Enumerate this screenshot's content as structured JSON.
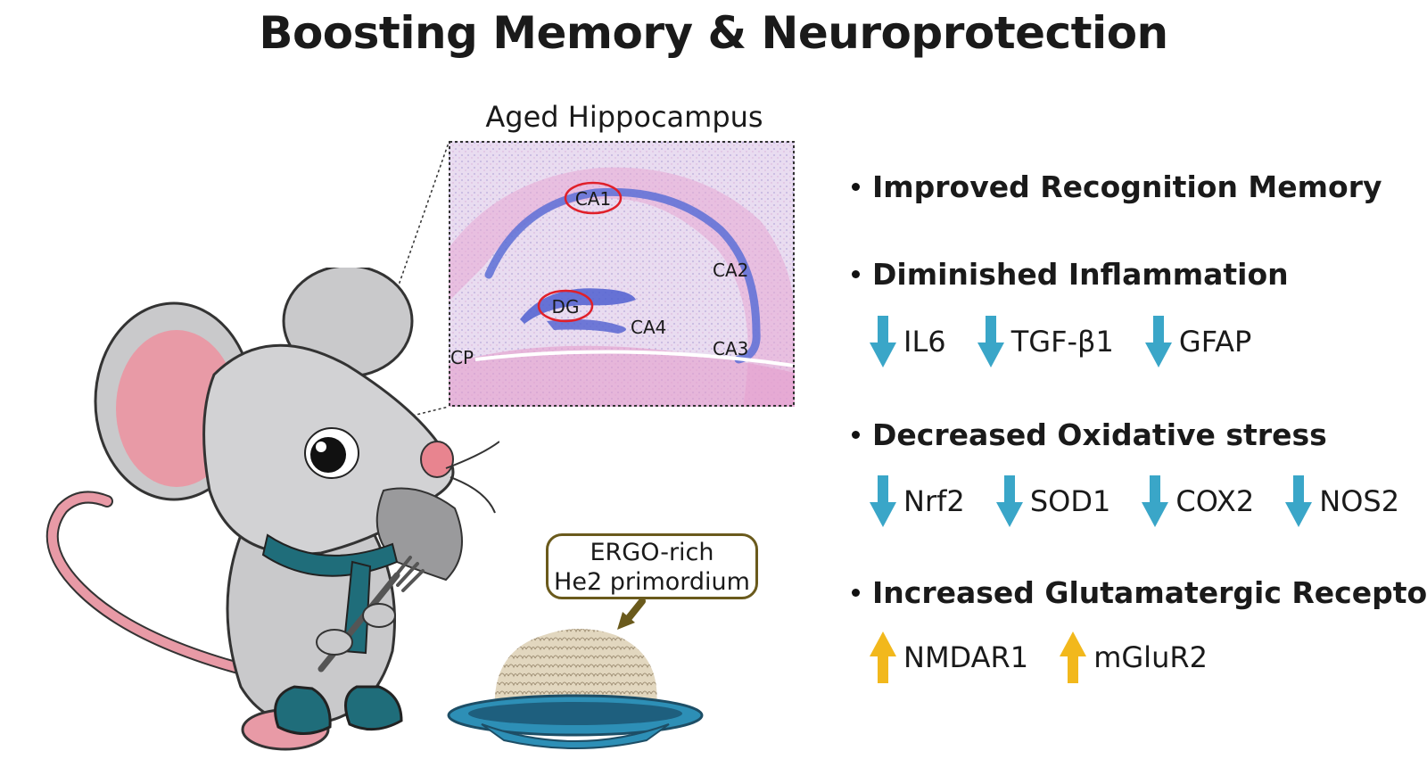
{
  "title": "Boosting Memory & Neuroprotection",
  "hippocampus": {
    "title": "Aged Hippocampus",
    "labels": {
      "ca1": "CA1",
      "ca2": "CA2",
      "ca3": "CA3",
      "ca4": "CA4",
      "dg": "DG",
      "cp": "CP"
    },
    "highlight_color": "#e0202a"
  },
  "callout": {
    "line1": "ERGO-rich",
    "line2": "He2 primordium"
  },
  "effects": [
    {
      "title": "Improved Recognition Memory",
      "markers": []
    },
    {
      "title": "Diminished Inflammation",
      "markers": [
        {
          "label": "IL6",
          "direction": "down"
        },
        {
          "label": "TGF-β1",
          "direction": "down"
        },
        {
          "label": "GFAP",
          "direction": "down"
        }
      ]
    },
    {
      "title": "Decreased Oxidative stress",
      "markers": [
        {
          "label": "Nrf2",
          "direction": "down"
        },
        {
          "label": "SOD1",
          "direction": "down"
        },
        {
          "label": "COX2",
          "direction": "down"
        },
        {
          "label": "NOS2",
          "direction": "down"
        }
      ]
    },
    {
      "title": "Increased Glutamatergic Receptors",
      "markers": [
        {
          "label": "NMDAR1",
          "direction": "up"
        },
        {
          "label": "mGluR2",
          "direction": "up"
        }
      ]
    }
  ],
  "colors": {
    "down_arrow": "#3aa6c8",
    "up_arrow": "#f2b81c",
    "callout_border": "#6a5a1c"
  },
  "icons": {
    "down": "arrow-down-icon",
    "up": "arrow-up-icon",
    "mouse": "mouse-illustration",
    "bowl": "mushroom-bowl-illustration"
  }
}
